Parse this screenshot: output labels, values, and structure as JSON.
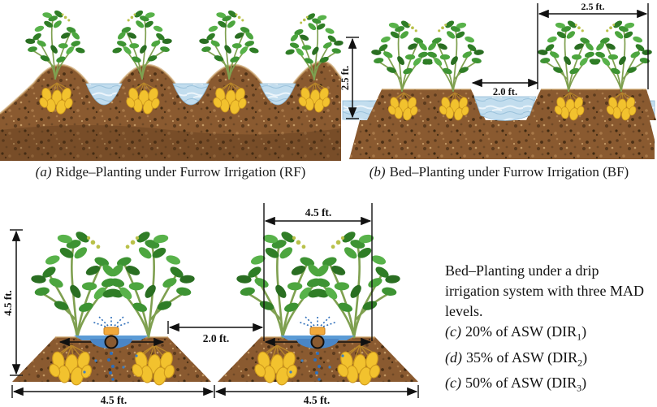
{
  "figure": {
    "captions": {
      "rf_label": "(a)",
      "rf_text": "Ridge–Planting under Furrow Irrigation (RF)",
      "bf_label": "(b)",
      "bf_text": "Bed–Planting under Furrow Irrigation (BF)"
    },
    "dimensions": {
      "bf_top_width": "2.5 ft.",
      "bf_height": "2.5 ft.",
      "bf_furrow": "2.0 ft.",
      "dir_height": "4.5 ft.",
      "dir_top_width": "4.5 ft.",
      "dir_furrow": "2.0 ft.",
      "dir_bottom_left": "4.5 ft.",
      "dir_bottom_right": "4.5 ft."
    },
    "description": {
      "line1": "Bed–Planting under a drip",
      "line2": "irrigation system with three MAD",
      "line3": "levels.",
      "items": [
        {
          "label": "(c)",
          "text": "20% of ASW (DIR",
          "sub": "1",
          "suffix": ")"
        },
        {
          "label": "(d)",
          "text": "35% of ASW (DIR",
          "sub": "2",
          "suffix": ")"
        },
        {
          "label": "(c)",
          "text": "50% of ASW (DIR",
          "sub": "3",
          "suffix": ")"
        }
      ]
    },
    "colors": {
      "soil": "#8a5a30",
      "soil_dark": "#4f3218",
      "soil_highlight": "#c9a066",
      "water": "#c2ddee",
      "drip_water": "#5b9bd5",
      "potato": "#f2c22e",
      "leaf": "#3d9333",
      "emitter": "#f2a93b",
      "dimension": "#111111"
    }
  }
}
